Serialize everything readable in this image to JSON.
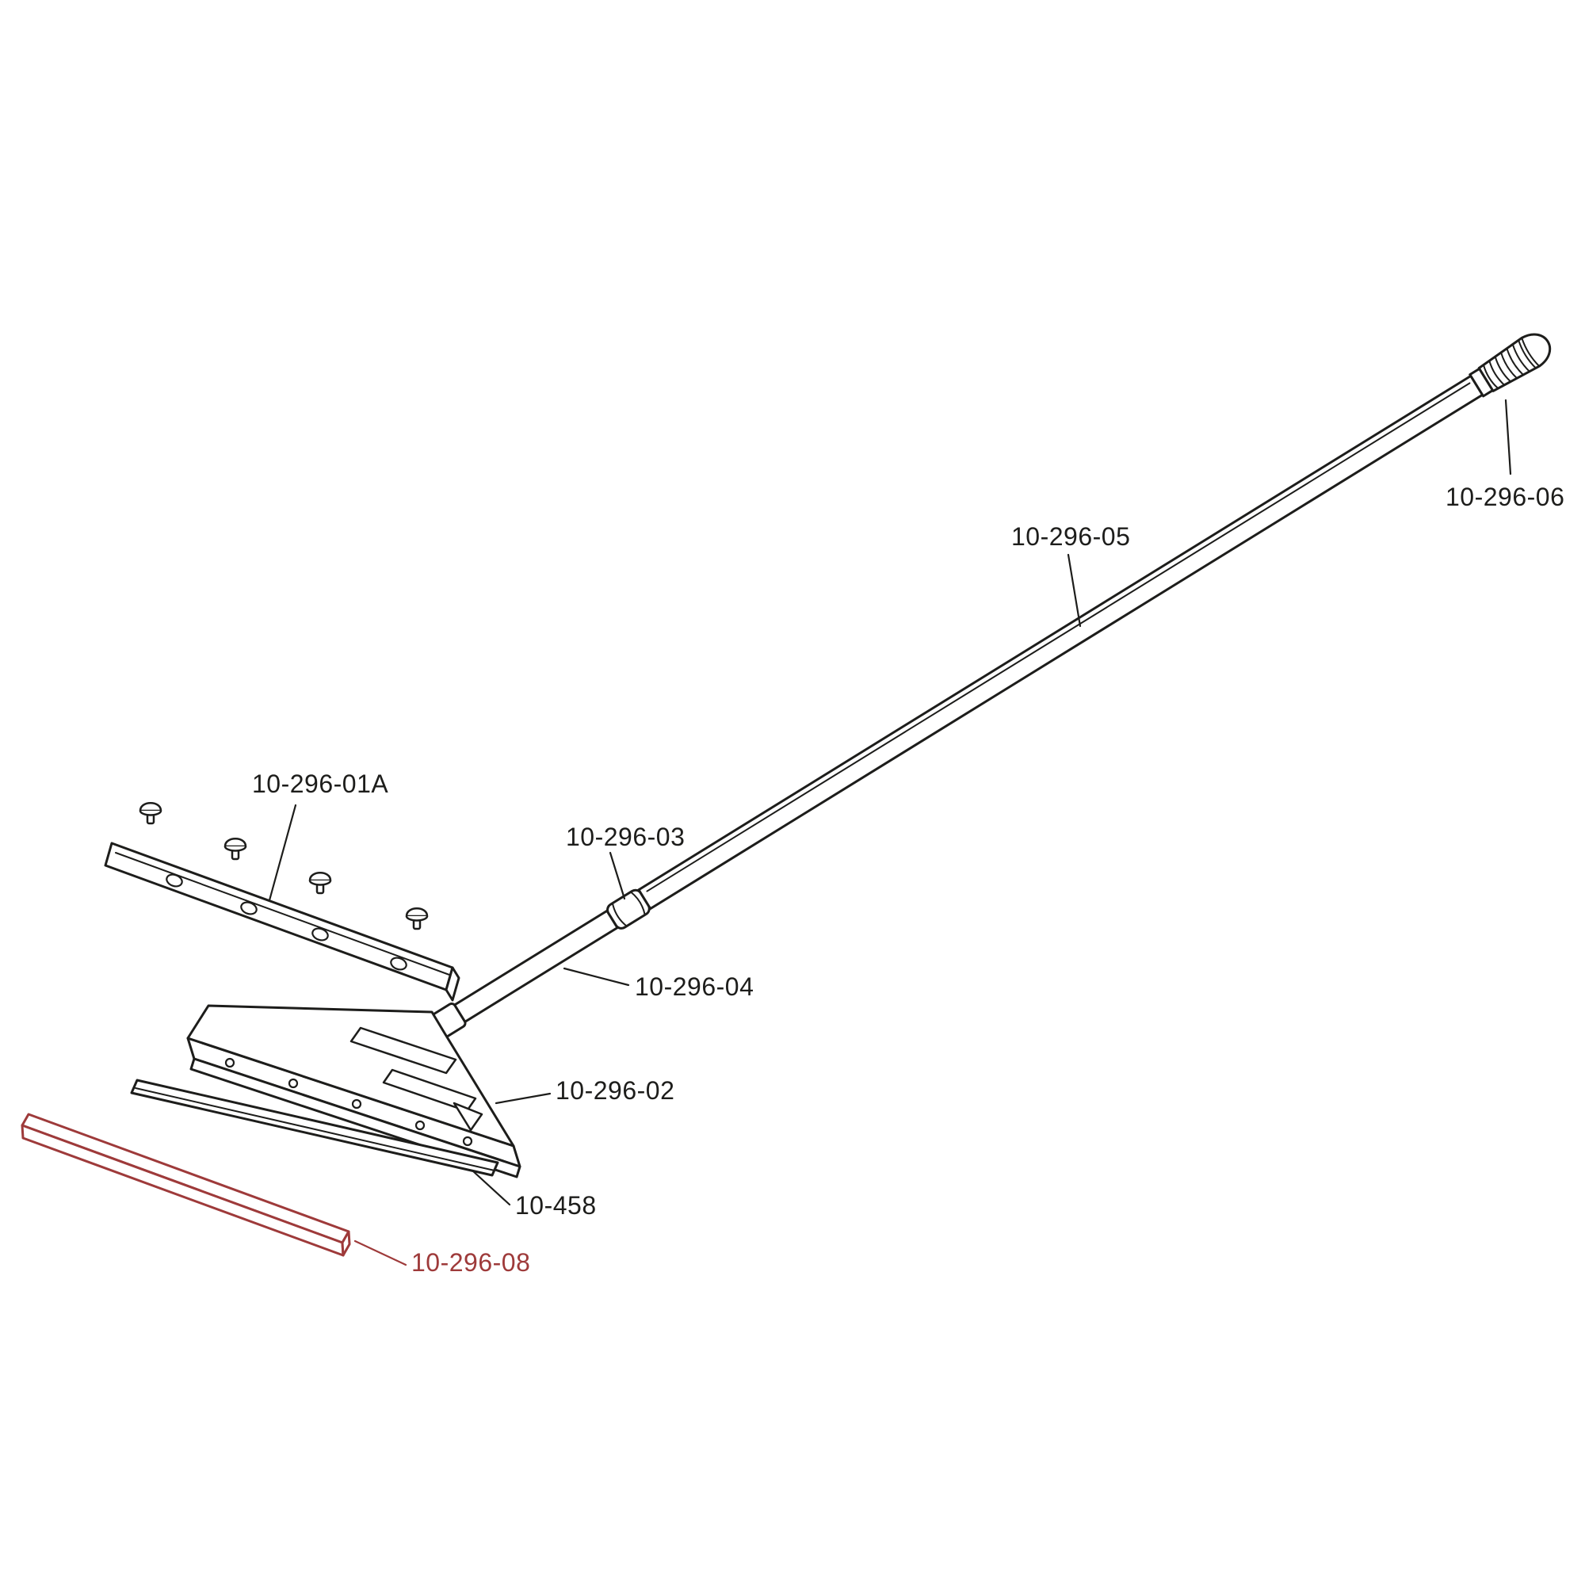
{
  "diagram": {
    "background_color": "#ffffff",
    "line_color": "#1d1d1b",
    "highlight_color": "#9e3a3a",
    "parts": [
      {
        "id": "10-296-01A",
        "name": "blade-clamp-plate",
        "highlighted": false
      },
      {
        "id": "10-296-02",
        "name": "scraper-head",
        "highlighted": false
      },
      {
        "id": "10-296-03",
        "name": "handle-collar",
        "highlighted": false
      },
      {
        "id": "10-296-04",
        "name": "lower-handle-tube",
        "highlighted": false
      },
      {
        "id": "10-296-05",
        "name": "upper-handle-tube",
        "highlighted": false
      },
      {
        "id": "10-296-06",
        "name": "handle-grip",
        "highlighted": false
      },
      {
        "id": "10-458",
        "name": "blade",
        "highlighted": false
      },
      {
        "id": "10-296-08",
        "name": "strip-insert",
        "highlighted": true
      }
    ]
  }
}
